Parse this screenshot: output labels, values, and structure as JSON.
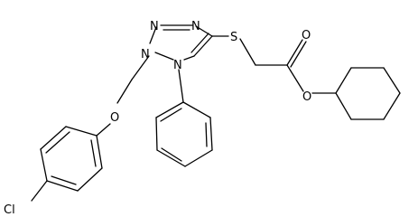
{
  "atoms": {
    "n_top_left": "N",
    "n_top_right": "N",
    "n_left": "N",
    "n_bottom": "N",
    "sulfur": "S",
    "carbonyl_oxygen": "O",
    "ester_oxygen": "O",
    "ether_oxygen": "O",
    "chlorine": "Cl"
  }
}
